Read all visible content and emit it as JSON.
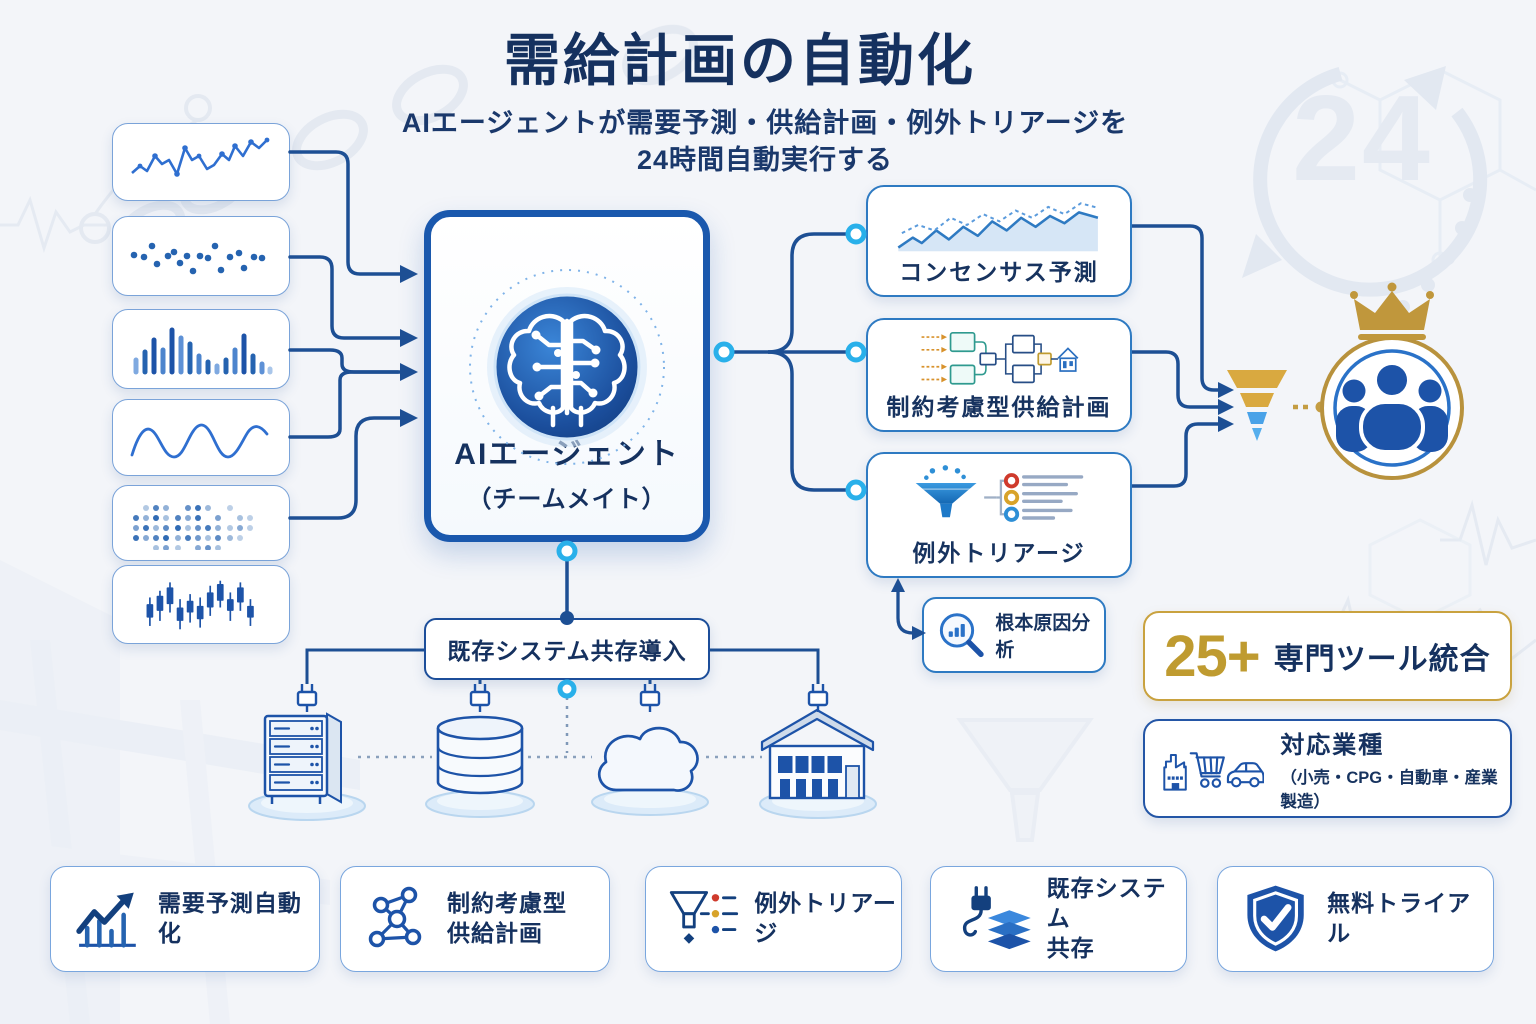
{
  "header": {
    "title": "需給計画の自動化",
    "subtitle_line1": "AIエージェントが需要予測・供給計画・例外トリアージを",
    "subtitle_line2": "24時間自動実行する"
  },
  "watermark": {
    "badge_24": "24"
  },
  "agent": {
    "name": "AIエージェント",
    "subname": "（チームメイト）",
    "icon": "brain-circuit-icon"
  },
  "inputs": [
    {
      "icon": "line-chart-icon"
    },
    {
      "icon": "scatter-plot-icon"
    },
    {
      "icon": "bar-chart-icon"
    },
    {
      "icon": "wave-curve-icon"
    },
    {
      "icon": "dot-matrix-icon"
    },
    {
      "icon": "candlestick-chart-icon"
    }
  ],
  "outputs": [
    {
      "label": "コンセンサス予測",
      "icon": "forecast-line-chart-icon"
    },
    {
      "label": "制約考慮型供給計画",
      "icon": "supply-flow-diagram-icon"
    },
    {
      "label": "例外トリアージ",
      "icon": "triage-funnel-icon"
    }
  ],
  "root_cause": {
    "label": "根本原因分析",
    "icon": "magnifier-bar-chart-icon"
  },
  "pipeline": {
    "funnel_icon": "priority-funnel-icon",
    "customer_icon": "team-crown-icon"
  },
  "tools": {
    "count": "25+",
    "label": "専門ツール統合"
  },
  "industries": {
    "title": "対応業種",
    "subtitle": "（小売・CPG・自動車・産業製造）",
    "icons": [
      "factory-icon",
      "cart-icon",
      "car-icon"
    ]
  },
  "coexistence": {
    "label": "既存システム共存導入",
    "system_icons": [
      "server-rack-icon",
      "database-icon",
      "cloud-icon",
      "warehouse-icon"
    ]
  },
  "badges": [
    {
      "label": "需要予測自動化",
      "icon": "growth-chart-icon"
    },
    {
      "label_line1": "制約考慮型",
      "label_line2": "供給計画",
      "icon": "network-graph-icon"
    },
    {
      "label": "例外トリアージ",
      "icon": "funnel-dots-icon"
    },
    {
      "label_line1": "既存システム",
      "label_line2": "共存",
      "icon": "plug-layers-icon"
    },
    {
      "label": "無料トライアル",
      "icon": "shield-check-icon"
    }
  ],
  "colors": {
    "background": "#f3f5f9",
    "navy_text": "#15315f",
    "connector_navy": "#1d4f94",
    "agent_border": "#1a58ad",
    "output_border": "#2e7ac2",
    "cyan_node": "#29b0ea",
    "gold": "#c49d43",
    "gold_text": "#bf9b30",
    "red_dot": "#cf3a2c",
    "funnel_blue": "#49a2e8",
    "light_border": "#7aa3d9"
  }
}
